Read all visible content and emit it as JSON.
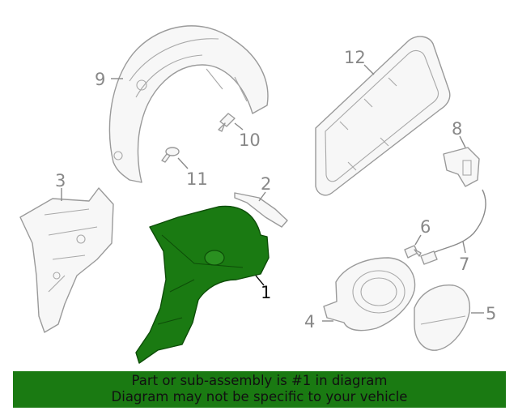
{
  "diagram": {
    "callouts": [
      "1",
      "2",
      "3",
      "4",
      "5",
      "6",
      "7",
      "8",
      "9",
      "10",
      "11",
      "12"
    ],
    "highlight_color": "#1a7a12",
    "highlighted_callout": "1"
  },
  "banner": {
    "line1": "Part or sub-assembly is #1 in diagram",
    "line2": "Diagram may not be specific to your vehicle",
    "background": "#1a7a12"
  }
}
